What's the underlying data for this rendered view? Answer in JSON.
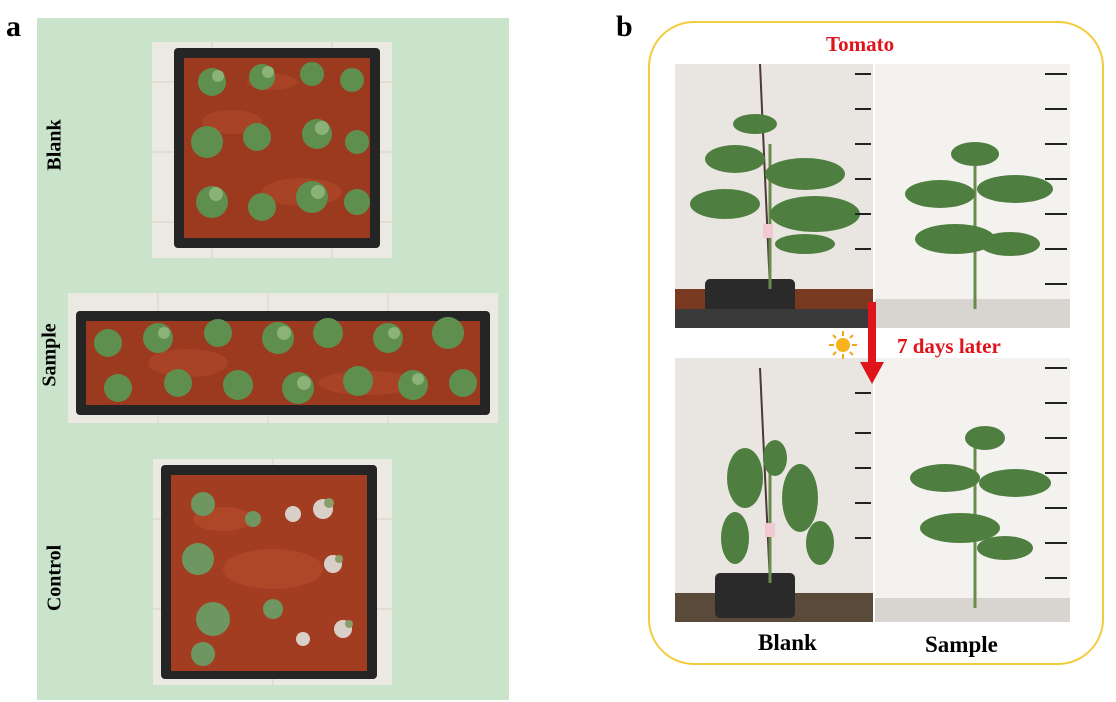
{
  "panel_a": {
    "letter": "a",
    "labels": {
      "blank": "Blank",
      "sample": "Sample",
      "control": "Control"
    }
  },
  "panel_b": {
    "letter": "b",
    "title": "Tomato",
    "time_note": "7 days later",
    "labels": {
      "blank": "Blank",
      "sample": "Sample"
    }
  },
  "colors": {
    "panel_a_background": "#c9e4cb",
    "frame_border": "#f2cc3c",
    "accent_red": "#e0141b",
    "soil": "#9c3a20",
    "leaf": "#5f8f4e"
  },
  "icons": {
    "sun": "sun-icon",
    "arrow": "arrow-down-icon"
  }
}
